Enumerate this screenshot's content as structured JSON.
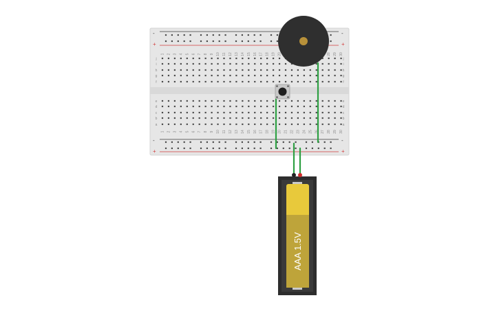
{
  "breadboard": {
    "columns": 30,
    "top_row_letters": [
      "j",
      "i",
      "h",
      "g",
      "f"
    ],
    "bottom_row_letters": [
      "e",
      "d",
      "c",
      "b",
      "a"
    ],
    "rail_plus": "+",
    "rail_minus": "-",
    "body_color": "#e6e6e6",
    "rail_red": "#d23c3c",
    "rail_black": "#3a3a3a"
  },
  "components": {
    "buzzer": {
      "name": "piezo buzzer",
      "body_color": "#2f2f2f",
      "pin_color": "#b8913a"
    },
    "button": {
      "name": "pushbutton"
    },
    "battery": {
      "label": "AAA 1.5V",
      "cell_color": "#e8c93b",
      "holder_color": "#2d2d2d"
    }
  },
  "wires": {
    "color": "#2ea043"
  }
}
